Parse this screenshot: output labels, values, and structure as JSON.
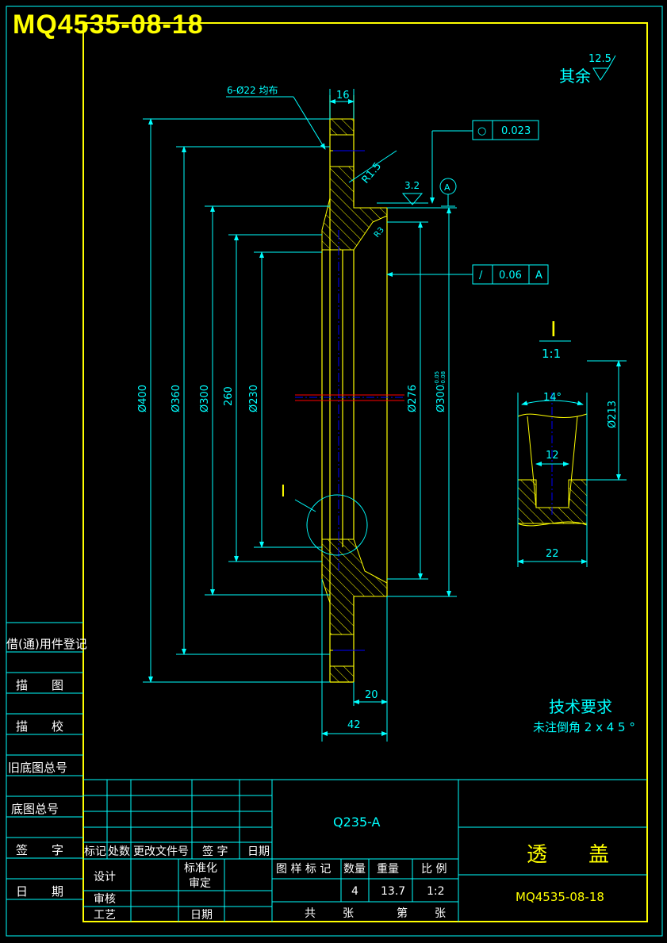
{
  "drawing_number": "MQ4535-08-18",
  "roughness_note": {
    "label": "其余",
    "value": "12.5"
  },
  "dims": {
    "holes": "6-Ø22  均布",
    "w16": "16",
    "r15": "R1.5",
    "rough32": "3.2",
    "datum": "A",
    "r_small": "R3",
    "d400": "Ø400",
    "d360": "Ø360",
    "d300": "Ø300",
    "d260": "260",
    "d230": "Ø230",
    "d276": "Ø276",
    "d300_tol": "Ø300",
    "d300_tol_sup": "-0.05",
    "d300_tol_sub": "-0.08",
    "w20": "20",
    "w42": "42"
  },
  "tolerances": {
    "roundness": {
      "symbol": "○",
      "value": "0.023"
    },
    "runout": {
      "symbol": "/",
      "value": "0.06",
      "datum": "A"
    }
  },
  "detail": {
    "label": "I",
    "scale": "1:1",
    "angle": "14°",
    "d213": "Ø213",
    "w12": "12",
    "w22": "22",
    "callout": "I"
  },
  "tech_req": {
    "title": "技术要求",
    "note": "未注倒角 2 x 4 5 °"
  },
  "left_strip": [
    "借(通)用件登记",
    "描　　图",
    "描　　校",
    "旧底图总号",
    "底图总号",
    "签　　字",
    "日　　期"
  ],
  "title_block": {
    "material": "Q235-A",
    "part_name": "透　　盖",
    "part_code": "MQ4535-08-18",
    "rev_headers": [
      "标记",
      "处数",
      "更改文件号",
      "签 字",
      "日期"
    ],
    "roles": {
      "design": "设计",
      "standard": "标准化",
      "approve": "审定",
      "check": "审核",
      "process": "工艺",
      "date": "日期"
    },
    "attr_headers": [
      "图 样 标 记",
      "数量",
      "重量",
      "比 例"
    ],
    "attr_values": [
      "4",
      "13.7",
      "1:2"
    ],
    "sheet": {
      "total": "共",
      "unit1": "张",
      "num": "第",
      "unit2": "张"
    }
  },
  "colors": {
    "frame": "#ffff00",
    "line": "#00ffff",
    "text": "#00ffff",
    "center": "#0000ff",
    "red": "#ff0000",
    "label": "#ffff00"
  }
}
